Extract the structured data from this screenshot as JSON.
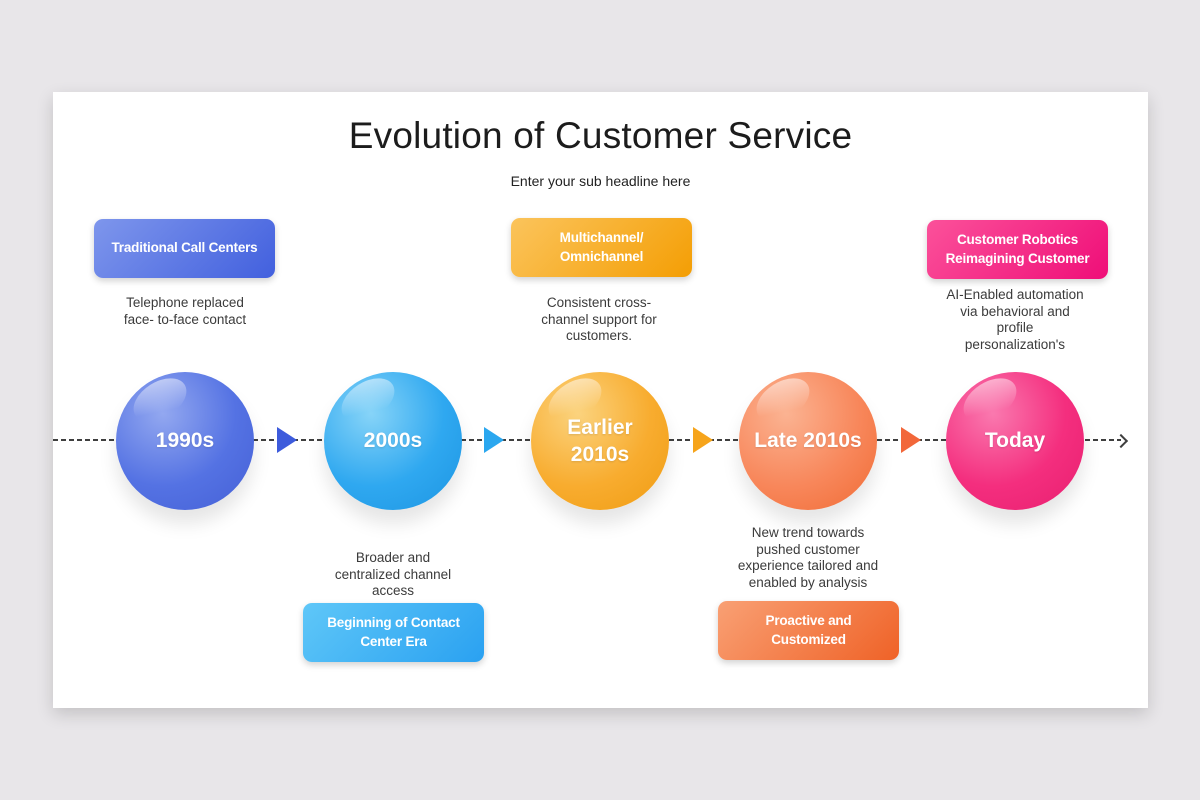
{
  "canvas": {
    "background": "#e8e6e9",
    "card_background": "#ffffff"
  },
  "header": {
    "title": "Evolution of Customer Service",
    "subtitle": "Enter your sub headline here"
  },
  "timeline": {
    "line_color": "#3f3f3f",
    "milestones": [
      {
        "circle_label": "1990s",
        "tag_label": "Traditional Call Centers",
        "tag_position": "above",
        "description": "Telephone replaced\nface- to-face contact",
        "colors": {
          "sphere_light": "#93A8F0",
          "sphere_base": "#5472E3",
          "sphere_dark": "#4560D6",
          "tag_from": "#7E96EC",
          "tag_to": "#4260DE"
        }
      },
      {
        "circle_label": "2000s",
        "tag_label": "Beginning of Contact\nCenter Era",
        "tag_position": "below",
        "description": "Broader and\ncentralized channel\naccess",
        "colors": {
          "sphere_light": "#87D4F8",
          "sphere_base": "#2FA8F0",
          "sphere_dark": "#1D95E2",
          "tag_from": "#5FC7F8",
          "tag_to": "#2AA1F1"
        }
      },
      {
        "circle_label": "Earlier\n2010s",
        "tag_label": "Multichannel/\nOmnichannel",
        "tag_position": "above",
        "description": "Consistent cross-\nchannel support for\ncustomers.",
        "colors": {
          "sphere_light": "#FBD37E",
          "sphere_base": "#F8AC2F",
          "sphere_dark": "#EF9C12",
          "tag_from": "#FBC45C",
          "tag_to": "#F49E04"
        }
      },
      {
        "circle_label": "Late 2010s",
        "tag_label": "Proactive and\nCustomized",
        "tag_position": "below",
        "description": "New trend towards\npushed customer\nexperience tailored and\nenabled by analysis",
        "colors": {
          "sphere_light": "#FBB392",
          "sphere_base": "#F8875B",
          "sphere_dark": "#F06B34",
          "tag_from": "#F9A074",
          "tag_to": "#EF6227"
        }
      },
      {
        "circle_label": "Today",
        "tag_label": "Customer Robotics\nReimagining Customer",
        "tag_position": "above",
        "description": "AI-Enabled automation\nvia behavioral and\nprofile\npersonalization's",
        "colors": {
          "sphere_light": "#FA79AF",
          "sphere_base": "#F42E7E",
          "sphere_dark": "#E81F70",
          "tag_from": "#FB519A",
          "tag_to": "#EF0E78"
        }
      }
    ],
    "arrows": [
      {
        "color": "#3D5BDC"
      },
      {
        "color": "#2BA7EF"
      },
      {
        "color": "#F6A41B"
      },
      {
        "color": "#F2673A"
      }
    ]
  }
}
